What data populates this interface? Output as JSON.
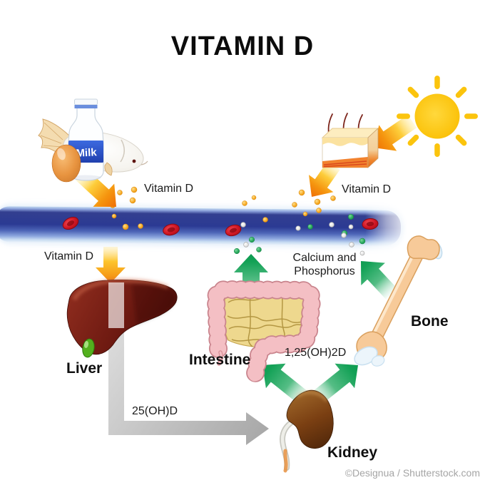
{
  "title": "VITAMIN D",
  "labels": {
    "vitamin_d_food": "Vitamin D",
    "vitamin_d_skin": "Vitamin D",
    "vitamin_d_to_liver": "Vitamin D",
    "calcium_line1": "Calcium and",
    "calcium_line2": "Phosphorus",
    "liver_metabolite": "25(OH)D",
    "kidney_metabolite": "1,25(OH)2D"
  },
  "organs": {
    "liver": "Liver",
    "intestine": "Intestine",
    "kidney": "Kidney",
    "bone": "Bone"
  },
  "milk_label": "Milk",
  "credit": "©Designua / Shutterstock.com",
  "flows": [
    {
      "from": "food-milk-fish-egg",
      "to": "blood-vessel",
      "label": "Vitamin D"
    },
    {
      "from": "sun",
      "to": "skin",
      "label": ""
    },
    {
      "from": "skin",
      "to": "blood-vessel",
      "label": "Vitamin D"
    },
    {
      "from": "blood-vessel",
      "to": "liver",
      "label": "Vitamin D"
    },
    {
      "from": "liver",
      "to": "kidney",
      "label": "25(OH)D"
    },
    {
      "from": "kidney",
      "to": "intestine",
      "label": "1,25(OH)2D"
    },
    {
      "from": "kidney",
      "to": "bone",
      "label": "1,25(OH)2D"
    },
    {
      "from": "intestine",
      "to": "blood-vessel",
      "label": "Calcium and Phosphorus"
    },
    {
      "from": "bone",
      "to": "blood-vessel",
      "label": "Calcium and Phosphorus"
    }
  ],
  "colors": {
    "arrow_orange": "#f5940e",
    "arrow_green": "#13a156",
    "arrow_gray": "#bdbdbd",
    "vessel_blue": "#2b3a93",
    "rbc_red": "#cf1623",
    "vitamin_d_dot": "#f5a51d",
    "calcium_dot": "#28a85c",
    "phosphorus_dot": "#e4e4e4"
  },
  "illustrations": [
    "milk-bottle",
    "fish",
    "egg",
    "sun",
    "skin-section",
    "blood-vessel",
    "red-blood-cells",
    "liver",
    "gallbladder",
    "intestine",
    "kidney",
    "bone"
  ]
}
